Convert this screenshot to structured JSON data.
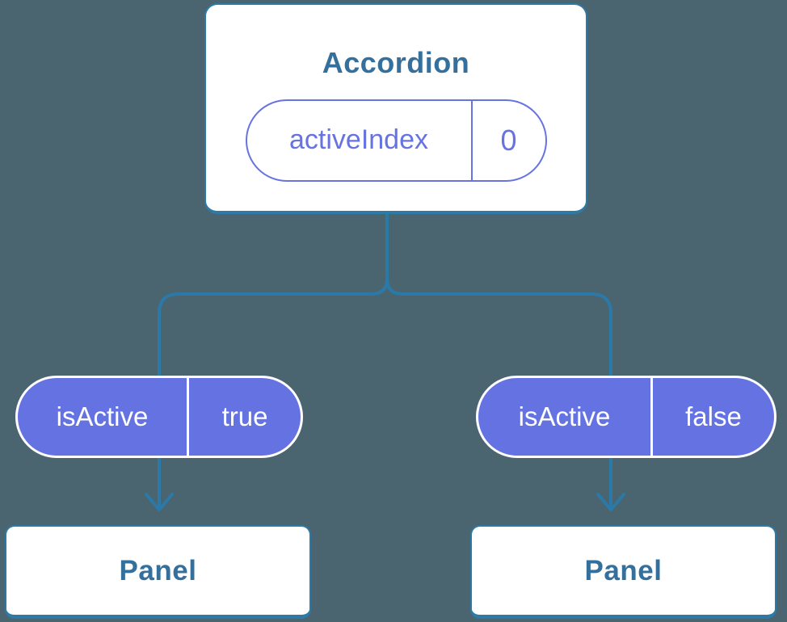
{
  "colors": {
    "background": "#4a6570",
    "connector_blue": "#2b79a8",
    "card_border_blue": "#2e7aa6",
    "heading_text_blue": "#35709d",
    "pill_purple": "#6573e2",
    "pill_outline_purple": "#6673e0",
    "white": "#ffffff"
  },
  "tree": {
    "root": {
      "title": "Accordion",
      "state_pill": {
        "name": "activeIndex",
        "value": "0"
      }
    },
    "branches": [
      {
        "prop_pill": {
          "name": "isActive",
          "value": "true"
        },
        "child": {
          "title": "Panel"
        }
      },
      {
        "prop_pill": {
          "name": "isActive",
          "value": "false"
        },
        "child": {
          "title": "Panel"
        }
      }
    ]
  }
}
